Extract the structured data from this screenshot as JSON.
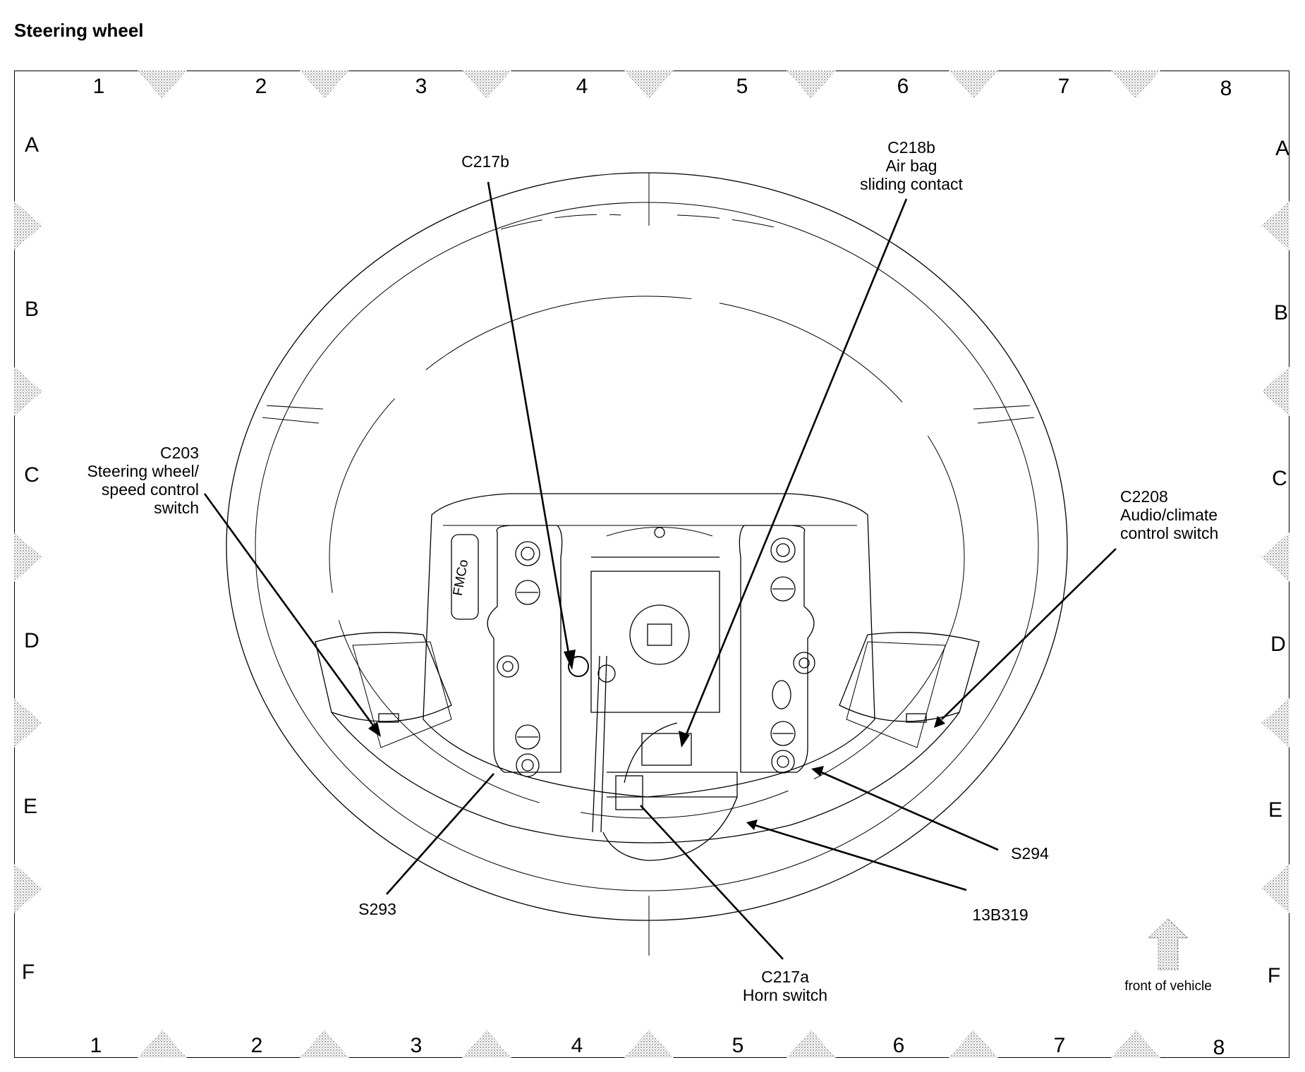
{
  "title": "Steering wheel",
  "grid": {
    "columns": [
      "1",
      "2",
      "3",
      "4",
      "5",
      "6",
      "7",
      "8"
    ],
    "rows": [
      "A",
      "B",
      "C",
      "D",
      "E",
      "F"
    ]
  },
  "callouts": {
    "c217b": {
      "lines": [
        "C217b"
      ]
    },
    "c218b": {
      "lines": [
        "C218b",
        "Air bag",
        "sliding contact"
      ]
    },
    "c203": {
      "lines": [
        "C203",
        "Steering wheel/",
        "speed control",
        "switch"
      ]
    },
    "c2208": {
      "lines": [
        "C2208",
        "Audio/climate",
        "control switch"
      ]
    },
    "s293": {
      "lines": [
        "S293"
      ]
    },
    "s294": {
      "lines": [
        "S294"
      ]
    },
    "b13b319": {
      "lines": [
        "13B319"
      ]
    },
    "c217a": {
      "lines": [
        "C217a",
        "Horn switch"
      ]
    }
  },
  "front_label": "front of vehicle",
  "colors": {
    "line": "#000000",
    "marker": "#a8a8a8",
    "background": "#ffffff"
  }
}
